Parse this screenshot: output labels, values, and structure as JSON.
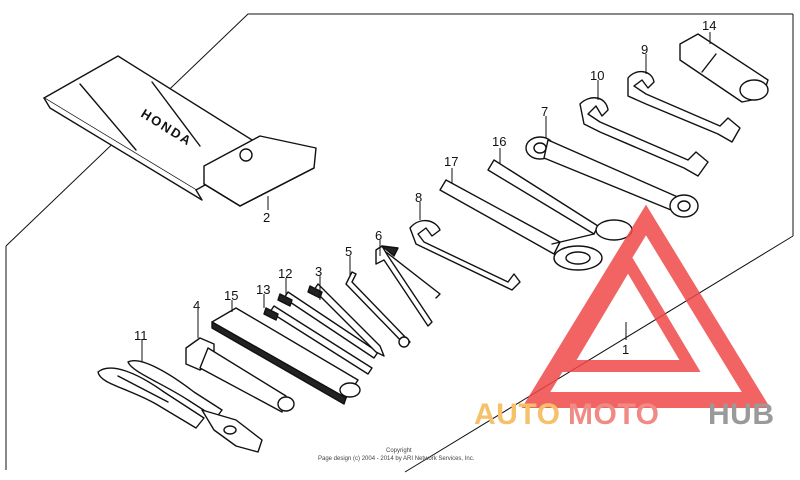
{
  "callouts": [
    {
      "id": "c1",
      "label": "1"
    },
    {
      "id": "c2",
      "label": "2"
    },
    {
      "id": "c3",
      "label": "3"
    },
    {
      "id": "c4",
      "label": "4"
    },
    {
      "id": "c5",
      "label": "5"
    },
    {
      "id": "c6",
      "label": "6"
    },
    {
      "id": "c7",
      "label": "7"
    },
    {
      "id": "c8",
      "label": "8"
    },
    {
      "id": "c9",
      "label": "9"
    },
    {
      "id": "c10",
      "label": "10"
    },
    {
      "id": "c11",
      "label": "11"
    },
    {
      "id": "c12",
      "label": "12"
    },
    {
      "id": "c13",
      "label": "13"
    },
    {
      "id": "c14",
      "label": "14"
    },
    {
      "id": "c15",
      "label": "15"
    },
    {
      "id": "c16",
      "label": "16"
    },
    {
      "id": "c17",
      "label": "17"
    }
  ],
  "pouch_brand": "HONDA",
  "copyright": {
    "line1": "Copyright",
    "line2": "Page design (c) 2004 - 2014 by ARI Network Services, Inc."
  },
  "watermark": {
    "word1": "AUTO",
    "word2": "MOTO",
    "word3": "HUB",
    "colors": {
      "auto": "#f5c16a",
      "moto": "#f08a85",
      "hub": "#9a9a9a",
      "triangle": "#f04848"
    }
  }
}
